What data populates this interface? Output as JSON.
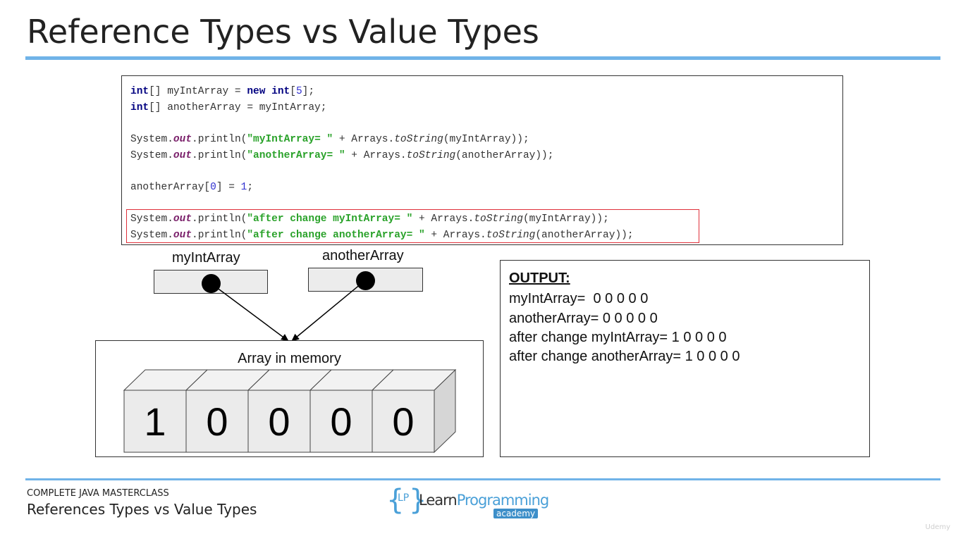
{
  "slide": {
    "title": "Reference Types vs Value Types"
  },
  "code": {
    "line1": {
      "t1": "int",
      "t2": "[] myIntArray = ",
      "t3": "new",
      "t4": " ",
      "t5": "int",
      "t6": "[",
      "t7": "5",
      "t8": "];"
    },
    "line2": {
      "t1": "int",
      "t2": "[] anotherArray = myIntArray;"
    },
    "line3": {
      "t1": "System.",
      "t2": "out",
      "t3": ".println(",
      "t4": "\"myIntArray= \"",
      "t5": " + Arrays.",
      "t6": "toString",
      "t7": "(myIntArray));"
    },
    "line4": {
      "t1": "System.",
      "t2": "out",
      "t3": ".println(",
      "t4": "\"anotherArray= \"",
      "t5": " + Arrays.",
      "t6": "toString",
      "t7": "(anotherArray));"
    },
    "line5": {
      "t1": "anotherArray[",
      "t2": "0",
      "t3": "] = ",
      "t4": "1",
      "t5": ";"
    },
    "line6": {
      "t1": "System.",
      "t2": "out",
      "t3": ".println(",
      "t4": "\"after change myIntArray= \"",
      "t5": " + Arrays.",
      "t6": "toString",
      "t7": "(myIntArray));"
    },
    "line7": {
      "t1": "System.",
      "t2": "out",
      "t3": ".println(",
      "t4": "\"after change anotherArray= \"",
      "t5": " + Arrays.",
      "t6": "toString",
      "t7": "(anotherArray));"
    }
  },
  "diagram": {
    "ref1_label": "myIntArray",
    "ref2_label": "anotherArray",
    "memory_title": "Array in memory",
    "cells": [
      "1",
      "0",
      "0",
      "0",
      "0"
    ]
  },
  "output": {
    "heading": "OUTPUT:",
    "lines": [
      "myIntArray=  0 0 0 0 0",
      "anotherArray= 0 0 0 0 0",
      "after change myIntArray= 1 0 0 0 0",
      "after change anotherArray= 1 0 0 0 0"
    ]
  },
  "footer": {
    "course": "COMPLETE JAVA MASTERCLASS",
    "topic": "References Types vs Value Types"
  },
  "logo": {
    "brace_left": "{",
    "lp": "LP",
    "brace_right": "}",
    "learn": "Learn",
    "programming": "Programming",
    "academy": "academy"
  },
  "watermark": "Udemy",
  "colors": {
    "accent_rule": "#70b3e8",
    "highlight_border": "#e0303a",
    "keyword": "#000080",
    "string": "#2aa22a",
    "field": "#7a1f6a"
  }
}
